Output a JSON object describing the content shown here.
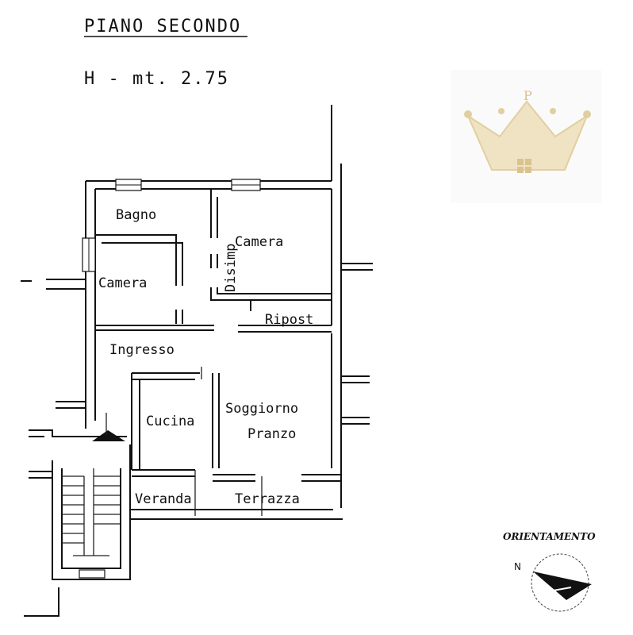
{
  "header": {
    "title": "PIANO SECONDO",
    "height_note": "H - mt. 2.75"
  },
  "rooms": {
    "bagno": "Bagno",
    "camera_right": "Camera",
    "camera_left": "Camera",
    "disimp": "Disimp",
    "ripost": "Ripost",
    "ingresso": "Ingresso",
    "cucina": "Cucina",
    "soggiorno": "Soggiorno",
    "pranzo": "Pranzo",
    "veranda": "Veranda",
    "terrazza": "Terrazza"
  },
  "compass": {
    "label": "ORIENTAMENTO",
    "north": "N"
  },
  "logo": {
    "letter": "P",
    "color": "#e9d9b2"
  }
}
